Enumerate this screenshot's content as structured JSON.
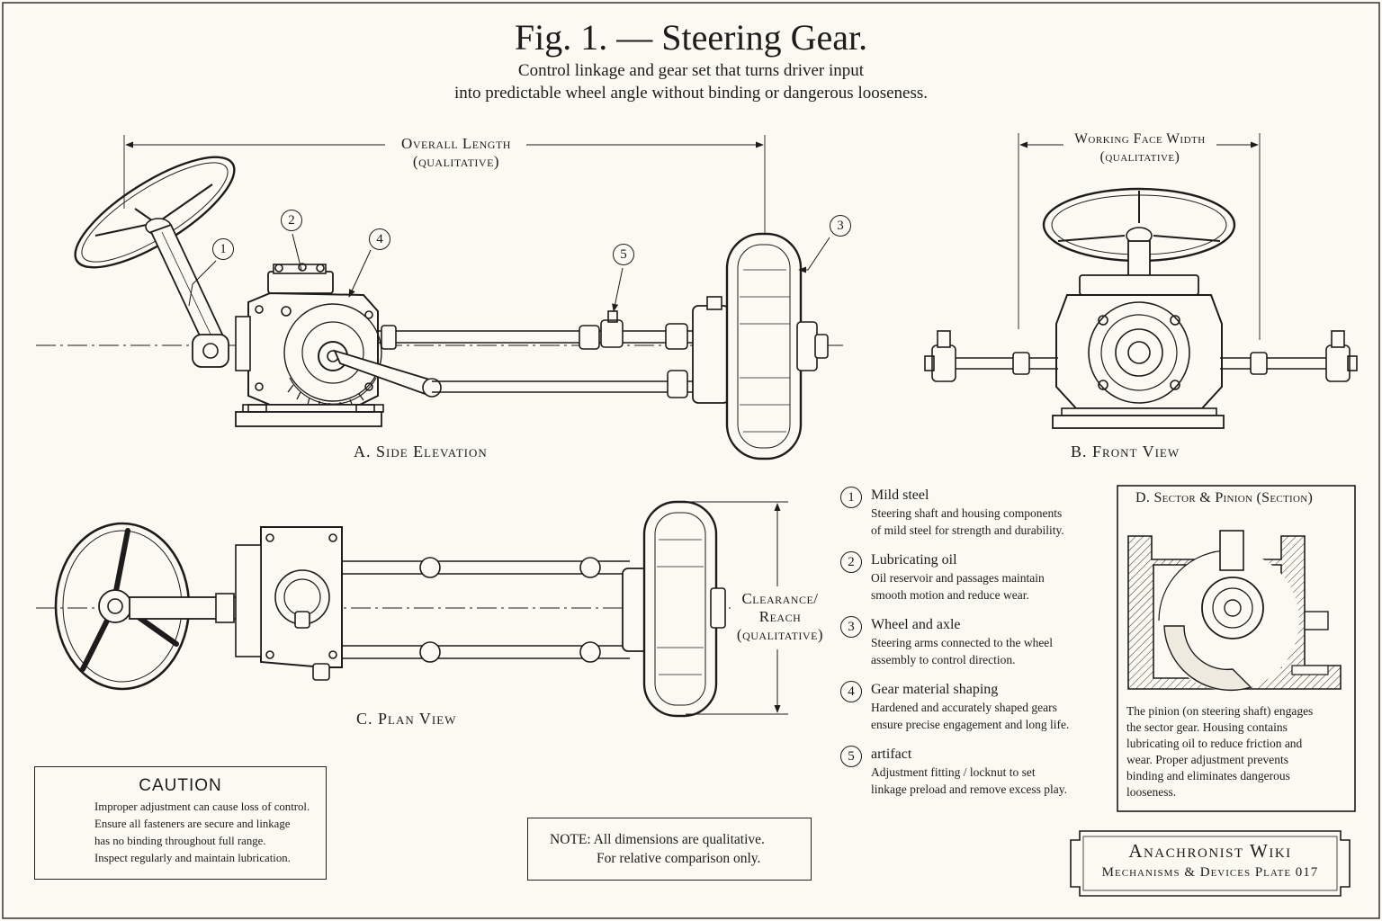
{
  "header": {
    "title": "Fig. 1. — Steering Gear.",
    "subtitle_line1": "Control linkage and gear set that turns driver input",
    "subtitle_line2": "into predictable wheel angle without binding or dangerous looseness."
  },
  "dimensions": {
    "overall_length": "Overall Length",
    "overall_length_note": "(qualitative)",
    "working_face_width": "Working Face Width",
    "working_face_width_note": "(qualitative)",
    "clearance_line1": "Clearance/",
    "clearance_line2": "Reach",
    "clearance_note": "(qualitative)"
  },
  "views": {
    "side": "A.  Side Elevation",
    "front": "B.  Front View",
    "plan": "C.  Plan  View",
    "section": "D.  Sector & Pinion (Section)"
  },
  "callouts": [
    "1",
    "2",
    "3",
    "4",
    "5"
  ],
  "legend": [
    {
      "num": "1",
      "title": "Mild steel",
      "desc1": "Steering shaft and housing components",
      "desc2": "of mild steel for strength and durability."
    },
    {
      "num": "2",
      "title": "Lubricating oil",
      "desc1": "Oil reservoir and passages maintain",
      "desc2": "smooth motion and reduce wear."
    },
    {
      "num": "3",
      "title": "Wheel and axle",
      "desc1": "Steering arms connected to the wheel",
      "desc2": "assembly to control direction."
    },
    {
      "num": "4",
      "title": "Gear material shaping",
      "desc1": "Hardened and accurately shaped gears",
      "desc2": "ensure precise engagement and long life."
    },
    {
      "num": "5",
      "title": "artifact",
      "desc1": "Adjustment fitting / locknut to set",
      "desc2": "linkage preload and remove excess play."
    }
  ],
  "section_text": {
    "line1": "The pinion (on steering shaft) engages",
    "line2": "the sector gear.  Housing contains",
    "line3": "lubricating oil to reduce friction and",
    "line4": "wear.  Proper adjustment prevents",
    "line5": "binding and eliminates dangerous",
    "line6": "looseness."
  },
  "caution": {
    "title": "CAUTION",
    "line1": "Improper adjustment can cause loss of control.",
    "line2": "Ensure all fasteners are secure and linkage",
    "line3": "has no binding throughout full range.",
    "line4": "Inspect regularly and maintain lubrication."
  },
  "note": {
    "line1": "NOTE:   All dimensions are qualitative.",
    "line2": "For relative comparison only."
  },
  "plate": {
    "name": "Anachronist Wiki",
    "number": "Mechanisms & Devices Plate 017"
  },
  "colors": {
    "paper": "#fbf9f1",
    "ink": "#1c1c1c"
  }
}
